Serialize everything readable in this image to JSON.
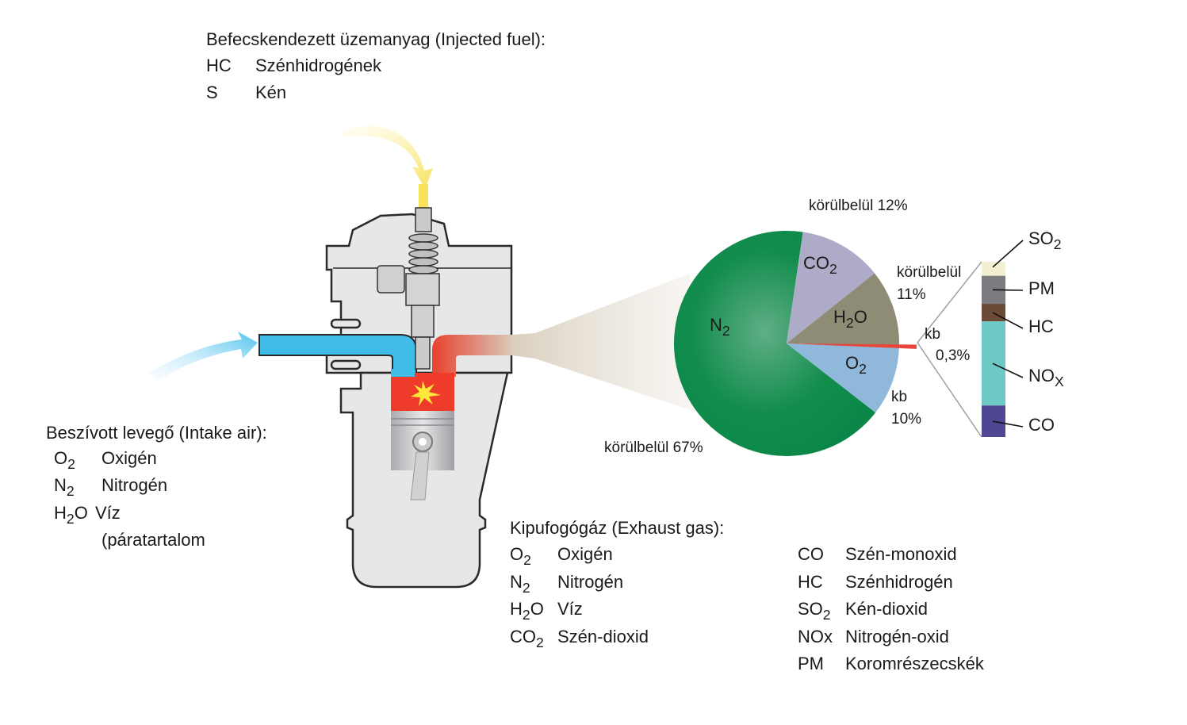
{
  "fuel": {
    "title": "Befecskendezett üzemanyag (Injected fuel):",
    "items": [
      {
        "formula": "HC",
        "name": "Szénhidrogének"
      },
      {
        "formula": "S",
        "name": "Kén"
      }
    ]
  },
  "intake": {
    "title": "Beszívott levegő (Intake air):",
    "items": [
      {
        "formula_base": "O",
        "formula_sub": "2",
        "formula_tail": "",
        "name": "Oxigén"
      },
      {
        "formula_base": "N",
        "formula_sub": "2",
        "formula_tail": "",
        "name": "Nitrogén"
      },
      {
        "formula_base": "H",
        "formula_sub": "2",
        "formula_tail": "O",
        "name": "Víz"
      }
    ],
    "note": "(páratartalom"
  },
  "exhaust": {
    "title": "Kipufogógáz (Exhaust gas):",
    "left_items": [
      {
        "formula_base": "O",
        "formula_sub": "2",
        "formula_tail": "",
        "name": "Oxigén"
      },
      {
        "formula_base": "N",
        "formula_sub": "2",
        "formula_tail": "",
        "name": "Nitrogén"
      },
      {
        "formula_base": "H",
        "formula_sub": "2",
        "formula_tail": "O",
        "name": "Víz"
      },
      {
        "formula_base": "CO",
        "formula_sub": "2",
        "formula_tail": "",
        "name": "Szén-dioxid"
      }
    ],
    "right_items": [
      {
        "formula_base": "CO",
        "formula_sub": "",
        "formula_tail": "",
        "name": "Szén-monoxid"
      },
      {
        "formula_base": "HC",
        "formula_sub": "",
        "formula_tail": "",
        "name": "Szénhidrogén"
      },
      {
        "formula_base": "SO",
        "formula_sub": "2",
        "formula_tail": "",
        "name": "Kén-dioxid"
      },
      {
        "formula_base": "NOx",
        "formula_sub": "",
        "formula_tail": "",
        "name": "Nitrogén-oxid"
      },
      {
        "formula_base": "PM",
        "formula_sub": "",
        "formula_tail": "",
        "name": "Koromrészecskék"
      }
    ]
  },
  "chart_data": {
    "type": "pie",
    "title": "",
    "slices": [
      {
        "name": "N2",
        "label_base": "N",
        "label_sub": "2",
        "label_tail": "",
        "value": 67,
        "annotation": "körülbelül 67%",
        "color": "#0b8a4a"
      },
      {
        "name": "CO2",
        "label_base": "CO",
        "label_sub": "2",
        "label_tail": "",
        "value": 12,
        "annotation": "körülbelül 12%",
        "color": "#adabc8"
      },
      {
        "name": "H2O",
        "label_base": "H",
        "label_sub": "2",
        "label_tail": "O",
        "value": 11,
        "annotation_line1": "körülbelül",
        "annotation_line2": "11%",
        "color": "#8e8c74"
      },
      {
        "name": "pollutants",
        "value": 0.3,
        "annotation_line1": "kb",
        "annotation_line2": "0,3%",
        "color": "#e8463a"
      },
      {
        "name": "O2",
        "label_base": "O",
        "label_sub": "2",
        "label_tail": "",
        "value": 10,
        "annotation_line1": "kb",
        "annotation_line2": "10%",
        "color": "#8fb8da"
      }
    ],
    "breakdown_bar": {
      "components": [
        {
          "label_base": "SO",
          "label_sub": "2",
          "color": "#f3efd2"
        },
        {
          "label_base": "PM",
          "label_sub": "",
          "color": "#7c7c80"
        },
        {
          "label_base": "HC",
          "label_sub": "",
          "color": "#6b4a38"
        },
        {
          "label_base": "NO",
          "label_sub": "X",
          "color": "#6cc9c6"
        },
        {
          "label_base": "CO",
          "label_sub": "",
          "color": "#4f4794"
        }
      ]
    }
  },
  "colors": {
    "intake_air": "#3fbde8",
    "fuel": "#f7e25a",
    "combustion": "#ee3b2a",
    "engine_body": "#e6e7e9",
    "exhaust_plume": "#ddd3c3"
  }
}
